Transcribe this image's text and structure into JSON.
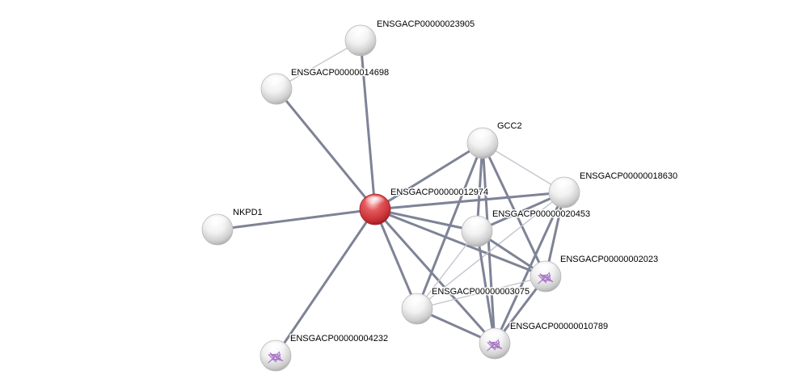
{
  "title": "Protein interaction network",
  "colors": {
    "background": "#ffffff",
    "edge_strong": "#7e8396",
    "edge_weak": "#c3c5ce",
    "query_node": "#d9343b",
    "node": "#e9e9e9"
  },
  "nodes": [
    {
      "id": "n23905",
      "label": "ENSGACP00000023905",
      "query": false,
      "structure": false
    },
    {
      "id": "n14698",
      "label": "ENSGACP00000014698",
      "query": false,
      "structure": false
    },
    {
      "id": "gcc2",
      "label": "GCC2",
      "query": false,
      "structure": false
    },
    {
      "id": "n18630",
      "label": "ENSGACP00000018630",
      "query": false,
      "structure": false
    },
    {
      "id": "n12974",
      "label": "ENSGACP00000012974",
      "query": true,
      "structure": false
    },
    {
      "id": "nkpd1",
      "label": "NKPD1",
      "query": false,
      "structure": false
    },
    {
      "id": "n20453",
      "label": "ENSGACP00000020453",
      "query": false,
      "structure": false
    },
    {
      "id": "n02023",
      "label": "ENSGACP00000002023",
      "query": false,
      "structure": true
    },
    {
      "id": "n03075",
      "label": "ENSGACP00000003075",
      "query": false,
      "structure": false
    },
    {
      "id": "n10789",
      "label": "ENSGACP00000010789",
      "query": false,
      "structure": true
    },
    {
      "id": "n04232",
      "label": "ENSGACP00000004232",
      "query": false,
      "structure": true
    }
  ],
  "edges": [
    {
      "source": "n23905",
      "target": "n14698",
      "strength": "weak"
    },
    {
      "source": "n23905",
      "target": "n12974",
      "strength": "strong"
    },
    {
      "source": "n14698",
      "target": "n12974",
      "strength": "strong"
    },
    {
      "source": "nkpd1",
      "target": "n12974",
      "strength": "strong"
    },
    {
      "source": "n04232",
      "target": "n12974",
      "strength": "strong"
    },
    {
      "source": "n12974",
      "target": "gcc2",
      "strength": "strong"
    },
    {
      "source": "n12974",
      "target": "n18630",
      "strength": "strong"
    },
    {
      "source": "n12974",
      "target": "n20453",
      "strength": "strong"
    },
    {
      "source": "n12974",
      "target": "n02023",
      "strength": "strong"
    },
    {
      "source": "n12974",
      "target": "n03075",
      "strength": "strong"
    },
    {
      "source": "n12974",
      "target": "n10789",
      "strength": "strong"
    },
    {
      "source": "gcc2",
      "target": "n18630",
      "strength": "weak"
    },
    {
      "source": "gcc2",
      "target": "n20453",
      "strength": "strong"
    },
    {
      "source": "gcc2",
      "target": "n03075",
      "strength": "strong"
    },
    {
      "source": "gcc2",
      "target": "n10789",
      "strength": "strong"
    },
    {
      "source": "gcc2",
      "target": "n02023",
      "strength": "strong"
    },
    {
      "source": "n18630",
      "target": "n20453",
      "strength": "strong"
    },
    {
      "source": "n18630",
      "target": "n03075",
      "strength": "weak"
    },
    {
      "source": "n18630",
      "target": "n10789",
      "strength": "strong"
    },
    {
      "source": "n18630",
      "target": "n02023",
      "strength": "strong"
    },
    {
      "source": "n20453",
      "target": "n03075",
      "strength": "weak"
    },
    {
      "source": "n20453",
      "target": "n10789",
      "strength": "strong"
    },
    {
      "source": "n20453",
      "target": "n02023",
      "strength": "strong"
    },
    {
      "source": "n03075",
      "target": "n10789",
      "strength": "strong"
    },
    {
      "source": "n03075",
      "target": "n02023",
      "strength": "weak"
    },
    {
      "source": "n10789",
      "target": "n02023",
      "strength": "strong"
    }
  ]
}
